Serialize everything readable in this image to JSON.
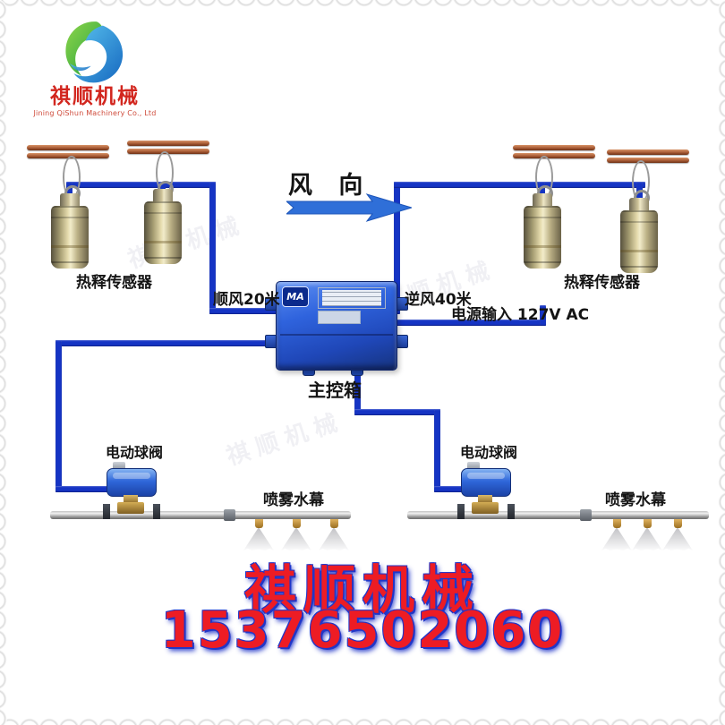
{
  "logo": {
    "name_cn": "祺顺机械",
    "name_en": "Jining QiShun Machinery Co., Ltd"
  },
  "diagram": {
    "wind_direction": "风 向",
    "thermal_sensor": "热释传感器",
    "downwind_distance": "顺风20米",
    "upwind_distance": "逆风40米",
    "power_input": "电源输入 127V AC",
    "main_control_box": "主控箱",
    "ma_certification": "MA",
    "electric_ball_valve": "电动球阀",
    "spray_water_curtain": "喷雾水幕"
  },
  "footer": {
    "brand_name": "祺顺机械",
    "phone_number": "15376502060"
  },
  "watermark_text": "祺顺机械",
  "colors": {
    "cable_blue": "#1534c4",
    "arrow_blue": "#2f6fd8",
    "control_box_blue": "#2f63dd",
    "brand_red": "#ed1c24",
    "glow_blue": "#2136c8",
    "rail_brown": "#a85c36",
    "brass": "#c9a24a"
  }
}
